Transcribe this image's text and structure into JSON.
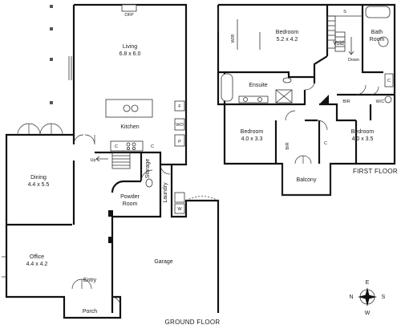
{
  "ground_floor": {
    "title": "GROUND FLOOR",
    "living": {
      "name": "Living",
      "size": "6.8 x 6.0",
      "ofp": "OFP"
    },
    "kitchen": {
      "name": "Kitchen",
      "f": "F",
      "wo": "WO",
      "p": "P",
      "c1": "C",
      "c2": "C"
    },
    "dining": {
      "name": "Dining",
      "size": "4.4 x 5.5"
    },
    "office": {
      "name": "Office",
      "size": "4.4 x 4.2"
    },
    "up": "Up",
    "storage": "Storage",
    "laundry": "Laundry",
    "w": "W",
    "powder_room": {
      "line1": "Powder",
      "line2": "Room"
    },
    "garage": "Garage",
    "entry": "Entry",
    "porch": "Porch"
  },
  "first_floor": {
    "title": "FIRST FLOOR",
    "bedroom_main": {
      "name": "Bedroom",
      "size": "5.2 x 4.2",
      "wir": "WIR"
    },
    "void": "Void",
    "s": "S",
    "bathroom": {
      "line1": "Bath",
      "line2": "Room"
    },
    "down": "Down",
    "c_right": "C",
    "ensuite": "Ensuite",
    "bir_top": "BIR",
    "wc": "W/C",
    "bedroom_left": {
      "name": "Bedroom",
      "size": "4.0 x 3.3",
      "bir": "BIR"
    },
    "bedroom_right": {
      "name": "Bedroom",
      "size": "4.0 x 3.5",
      "c": "C"
    },
    "balcony": "Balcony"
  },
  "compass": {
    "n": "N",
    "s": "S",
    "e": "E",
    "w": "W"
  }
}
